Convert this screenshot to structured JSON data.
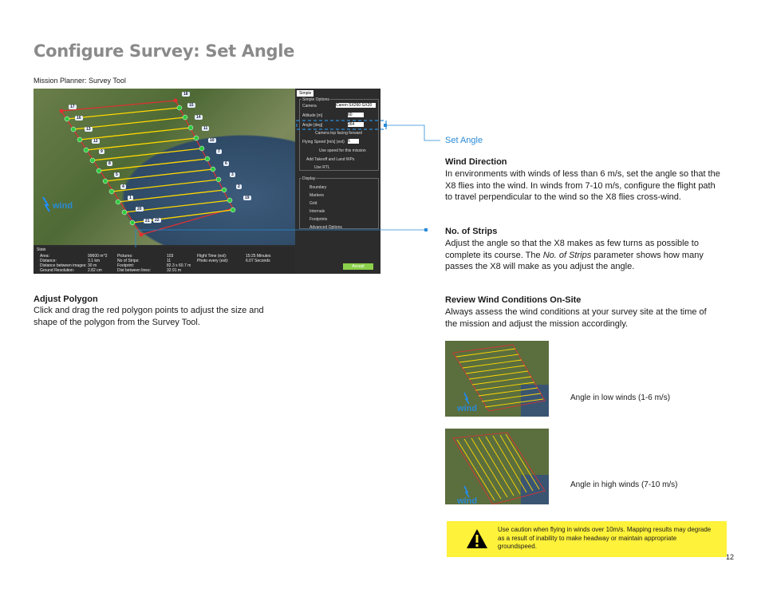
{
  "page": {
    "title": "Configure Survey: Set Angle",
    "figure_caption": "Mission Planner: Survey Tool",
    "page_number": "12"
  },
  "screenshot": {
    "waypoints": [
      "18",
      "17",
      "15",
      "16",
      "14",
      "13",
      "11",
      "12",
      "10",
      "9",
      "7",
      "8",
      "6",
      "5",
      "3",
      "4",
      "2",
      "1",
      "19",
      "20",
      "21",
      "22"
    ],
    "wind_label": "wind",
    "tab": "Simple",
    "simple_options_label": "Simple Options",
    "camera_label": "Camera",
    "camera_value": "Canon SX260 GX20",
    "altitude_label": "Altitude [m]",
    "altitude_value": "60",
    "angle_label": "Angle [deg]",
    "angle_value": "264",
    "camera_top_facing": "Camera top facing forward",
    "flying_speed_label": "Flying Speed [m/s] (est)",
    "flying_speed_value": "5",
    "use_speed": "Use speed for this mission",
    "add_takeoff": "Add Takeoff and Land WPs",
    "use_rtl": "Use RTL",
    "display_label": "Display",
    "display_items": [
      "Boundary",
      "Markers",
      "Grid",
      "Internals",
      "Footprints",
      "Advanced Options"
    ],
    "accept": "Accept",
    "stats_label": "Stats",
    "stats": {
      "area_label": "Area:",
      "area": "99600 m^2",
      "distance_label": "Distance:",
      "distance": "3.1 km",
      "dist_images_label": "Distance between images:",
      "dist_images": "30 m",
      "ground_res_label": "Ground Resolution:",
      "ground_res": "2.82 cm",
      "pictures_label": "Pictures:",
      "pictures": "103",
      "strips_label": "No of Strips:",
      "strips": "11",
      "footprint_label": "Footprint:",
      "footprint": "82.3 x 60.7 m",
      "dist_lines_label": "Dist between lines:",
      "dist_lines": "32.91 m",
      "flight_time_label": "Flight Time (est):",
      "flight_time": "15:25 Minutes",
      "photo_every_label": "Photo every (est):",
      "photo_every": "6.07 Seconds"
    }
  },
  "right": {
    "set_angle": "Set Angle",
    "wind_direction_heading": "Wind Direction",
    "wind_direction_body": "In environments with winds of less than 6 m/s, set the angle so that the X8 flies into the wind. In winds from 7-10 m/s, configure the flight path to travel perpendicular to the wind so the X8 flies cross-wind.",
    "strips_heading": "No. of Strips",
    "strips_body_1": "Adjust the angle so that the X8 makes as few turns as possible to complete its course. The ",
    "strips_body_em": "No. of Strips",
    "strips_body_2": " parameter shows how many passes the X8 will make as you adjust the angle.",
    "review_heading": "Review Wind Conditions On-Site",
    "review_body": "Always assess the wind conditions at your survey site at the time of the mission and adjust the mission accordingly.",
    "low_caption": "Angle in low winds (1-6 m/s)",
    "high_caption": "Angle in high winds (7-10 m/s)"
  },
  "left": {
    "adjust_heading": "Adjust Polygon",
    "adjust_body": "Click and drag the red polygon points to adjust the size and shape of the polygon from the Survey Tool."
  },
  "warning": {
    "text": "Use caution when flying in winds over 10m/s. Mapping results may degrade as a result of inability to make headway or maintain appropriate groundspeed."
  },
  "colors": {
    "title": "#8a8a8a",
    "accent_blue": "#2a8ad6",
    "warning_yellow": "#fff23a",
    "survey_line": "#ffd800",
    "polygon": "#e03030"
  }
}
